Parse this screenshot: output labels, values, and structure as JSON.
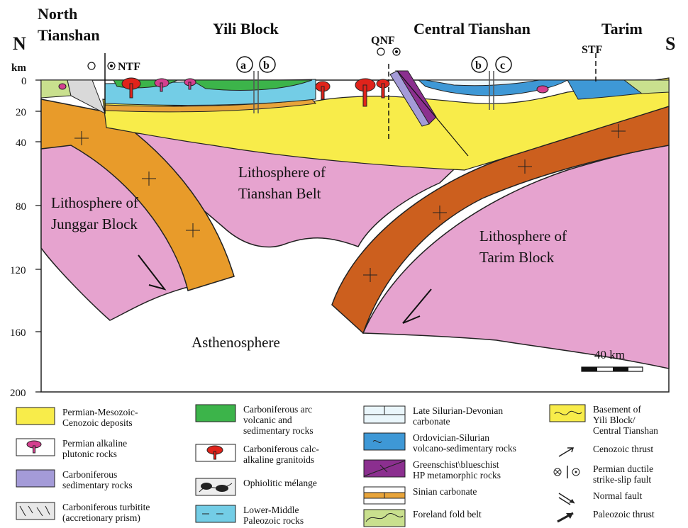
{
  "header": {
    "north_letter": "N",
    "south_letter": "S",
    "north_tianshan": "North\nTianshan",
    "yili_block": "Yili Block",
    "central_tianshan": "Central Tianshan",
    "tarim": "Tarim",
    "ntf": "NTF",
    "qnf": "QNF",
    "stf": "STF",
    "markers": {
      "a": "a",
      "b": "b",
      "c": "c"
    }
  },
  "axis": {
    "unit": "km",
    "ticks": [
      "0",
      "20",
      "40",
      "80",
      "120",
      "160",
      "200"
    ]
  },
  "labels": {
    "junggar": "Lithosphere of\nJunggar Block",
    "tianshan_belt": "Lithosphere of\nTianshan Belt",
    "tarim_block": "Lithosphere of\nTarim Block",
    "asthenosphere": "Asthenosphere"
  },
  "scale_bar": "40 km",
  "colors": {
    "yellow": "#f8ec4a",
    "orange_lith": "#e89b2a",
    "brown_lith": "#cc5f1e",
    "pink": "#e6a3cf",
    "green": "#3cb44a",
    "cyan": "#73cde6",
    "blue": "#3e98d6",
    "purple": "#8b2f8f",
    "red": "#e0231b",
    "magenta": "#d4408f",
    "sinian": "#e8a43a",
    "foreland": "#c9e08e",
    "violet": "#a49bd8"
  },
  "legend": [
    {
      "label": "Permian-Mesozoic-\nCenozoic deposits",
      "icon": "yellow-swatch"
    },
    {
      "label": "Permian alkaline\nplutonic rocks",
      "icon": "pink-pluton"
    },
    {
      "label": "Carboniferous\nsedimentary rocks",
      "icon": "violet-swatch"
    },
    {
      "label": "Carboniferous turbitite\n(accretionary prism)",
      "icon": "turbidite-swatch"
    },
    {
      "label": "Carboniferous arc\nvolcanic and\nsedimentary rocks",
      "icon": "green-swatch"
    },
    {
      "label": "Carboniferous calc-\nalkaline granitoids",
      "icon": "red-pluton"
    },
    {
      "label": "Ophiolitic mélange",
      "icon": "melange-swatch"
    },
    {
      "label": "Lower-Middle\nPaleozoic rocks",
      "icon": "cyan-swatch"
    },
    {
      "label": "Late Silurian-Devonian\ncarbonate",
      "icon": "carbonate-swatch"
    },
    {
      "label": "Ordovician-Silurian\nvolcano-sedimentary rocks",
      "icon": "blue-swatch"
    },
    {
      "label": "Greenschist\\blueschist\nHP metamorphic rocks",
      "icon": "purple-swatch"
    },
    {
      "label": "Sinian carbonate",
      "icon": "sinian-swatch"
    },
    {
      "label": "Foreland fold belt",
      "icon": "foreland-swatch"
    },
    {
      "label": "Basement of\nYili Block/\nCentral Tianshan",
      "icon": "basement-swatch"
    },
    {
      "label": "Cenozoic thrust",
      "icon": "cenozoic-thrust-icon"
    },
    {
      "label": "Permian ductile\nstrike-slip fault",
      "icon": "strike-slip-icon"
    },
    {
      "label": "Normal fault",
      "icon": "normal-fault-icon"
    },
    {
      "label": "Paleozoic thrust",
      "icon": "paleozoic-thrust-icon"
    }
  ]
}
